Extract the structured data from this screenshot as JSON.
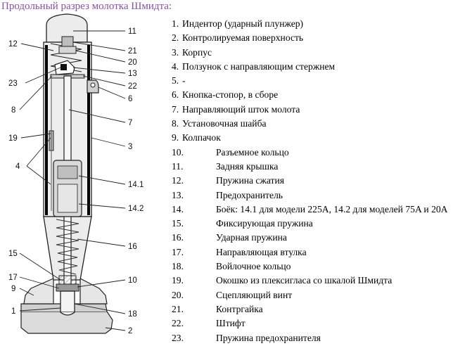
{
  "title": "Продольный разрез молотка Шмидта:",
  "callout_labels": [
    "11",
    "12",
    "21",
    "20",
    "23",
    "13",
    "22",
    "6",
    "8",
    "7",
    "19",
    "3",
    "4",
    "14.1",
    "14.2",
    "16",
    "15",
    "10",
    "17",
    "9",
    "1",
    "18",
    "2"
  ],
  "legend": [
    {
      "num": "1.",
      "text": "Индентор (ударный плунжер)"
    },
    {
      "num": "2.",
      "text": "Контролируемая поверхность"
    },
    {
      "num": "3.",
      "text": "Корпус"
    },
    {
      "num": "4.",
      "text": "Ползунок с направляющим стержнем"
    },
    {
      "num": "5.",
      "text": "-"
    },
    {
      "num": "6.",
      "text": "Кнопка-стопор, в сборе"
    },
    {
      "num": "7.",
      "text": "Направляющий шток молота"
    },
    {
      "num": "8.",
      "text": "Установочная шайба"
    },
    {
      "num": "9.",
      "text": "Колпачок"
    },
    {
      "num": "10.",
      "text": "Разъемное кольцо"
    },
    {
      "num": "11.",
      "text": "Задняя крышка"
    },
    {
      "num": "12.",
      "text": "Пружина сжатия"
    },
    {
      "num": "13.",
      "text": "Предохранитель"
    },
    {
      "num": "14.",
      "text": "Боёк: 14.1 для модели 225A, 14.2 для моделей 75A и 20A"
    },
    {
      "num": "15.",
      "text": "Фиксирующая пружина"
    },
    {
      "num": "16.",
      "text": "Ударная пружина"
    },
    {
      "num": "17.",
      "text": "Направляющая втулка"
    },
    {
      "num": "18.",
      "text": "Войлочное кольцо"
    },
    {
      "num": "19.",
      "text": "Окошко из плексигласа со шкалой Шмидта"
    },
    {
      "num": "20.",
      "text": "Сцепляющий винт"
    },
    {
      "num": "21.",
      "text": "Контргайка"
    },
    {
      "num": "22.",
      "text": "Штифт"
    },
    {
      "num": "23.",
      "text": "Пружина предохранителя"
    }
  ],
  "colors": {
    "title": "#8a4fa6",
    "body_fill": "#e9e9e9",
    "line": "#222222"
  }
}
